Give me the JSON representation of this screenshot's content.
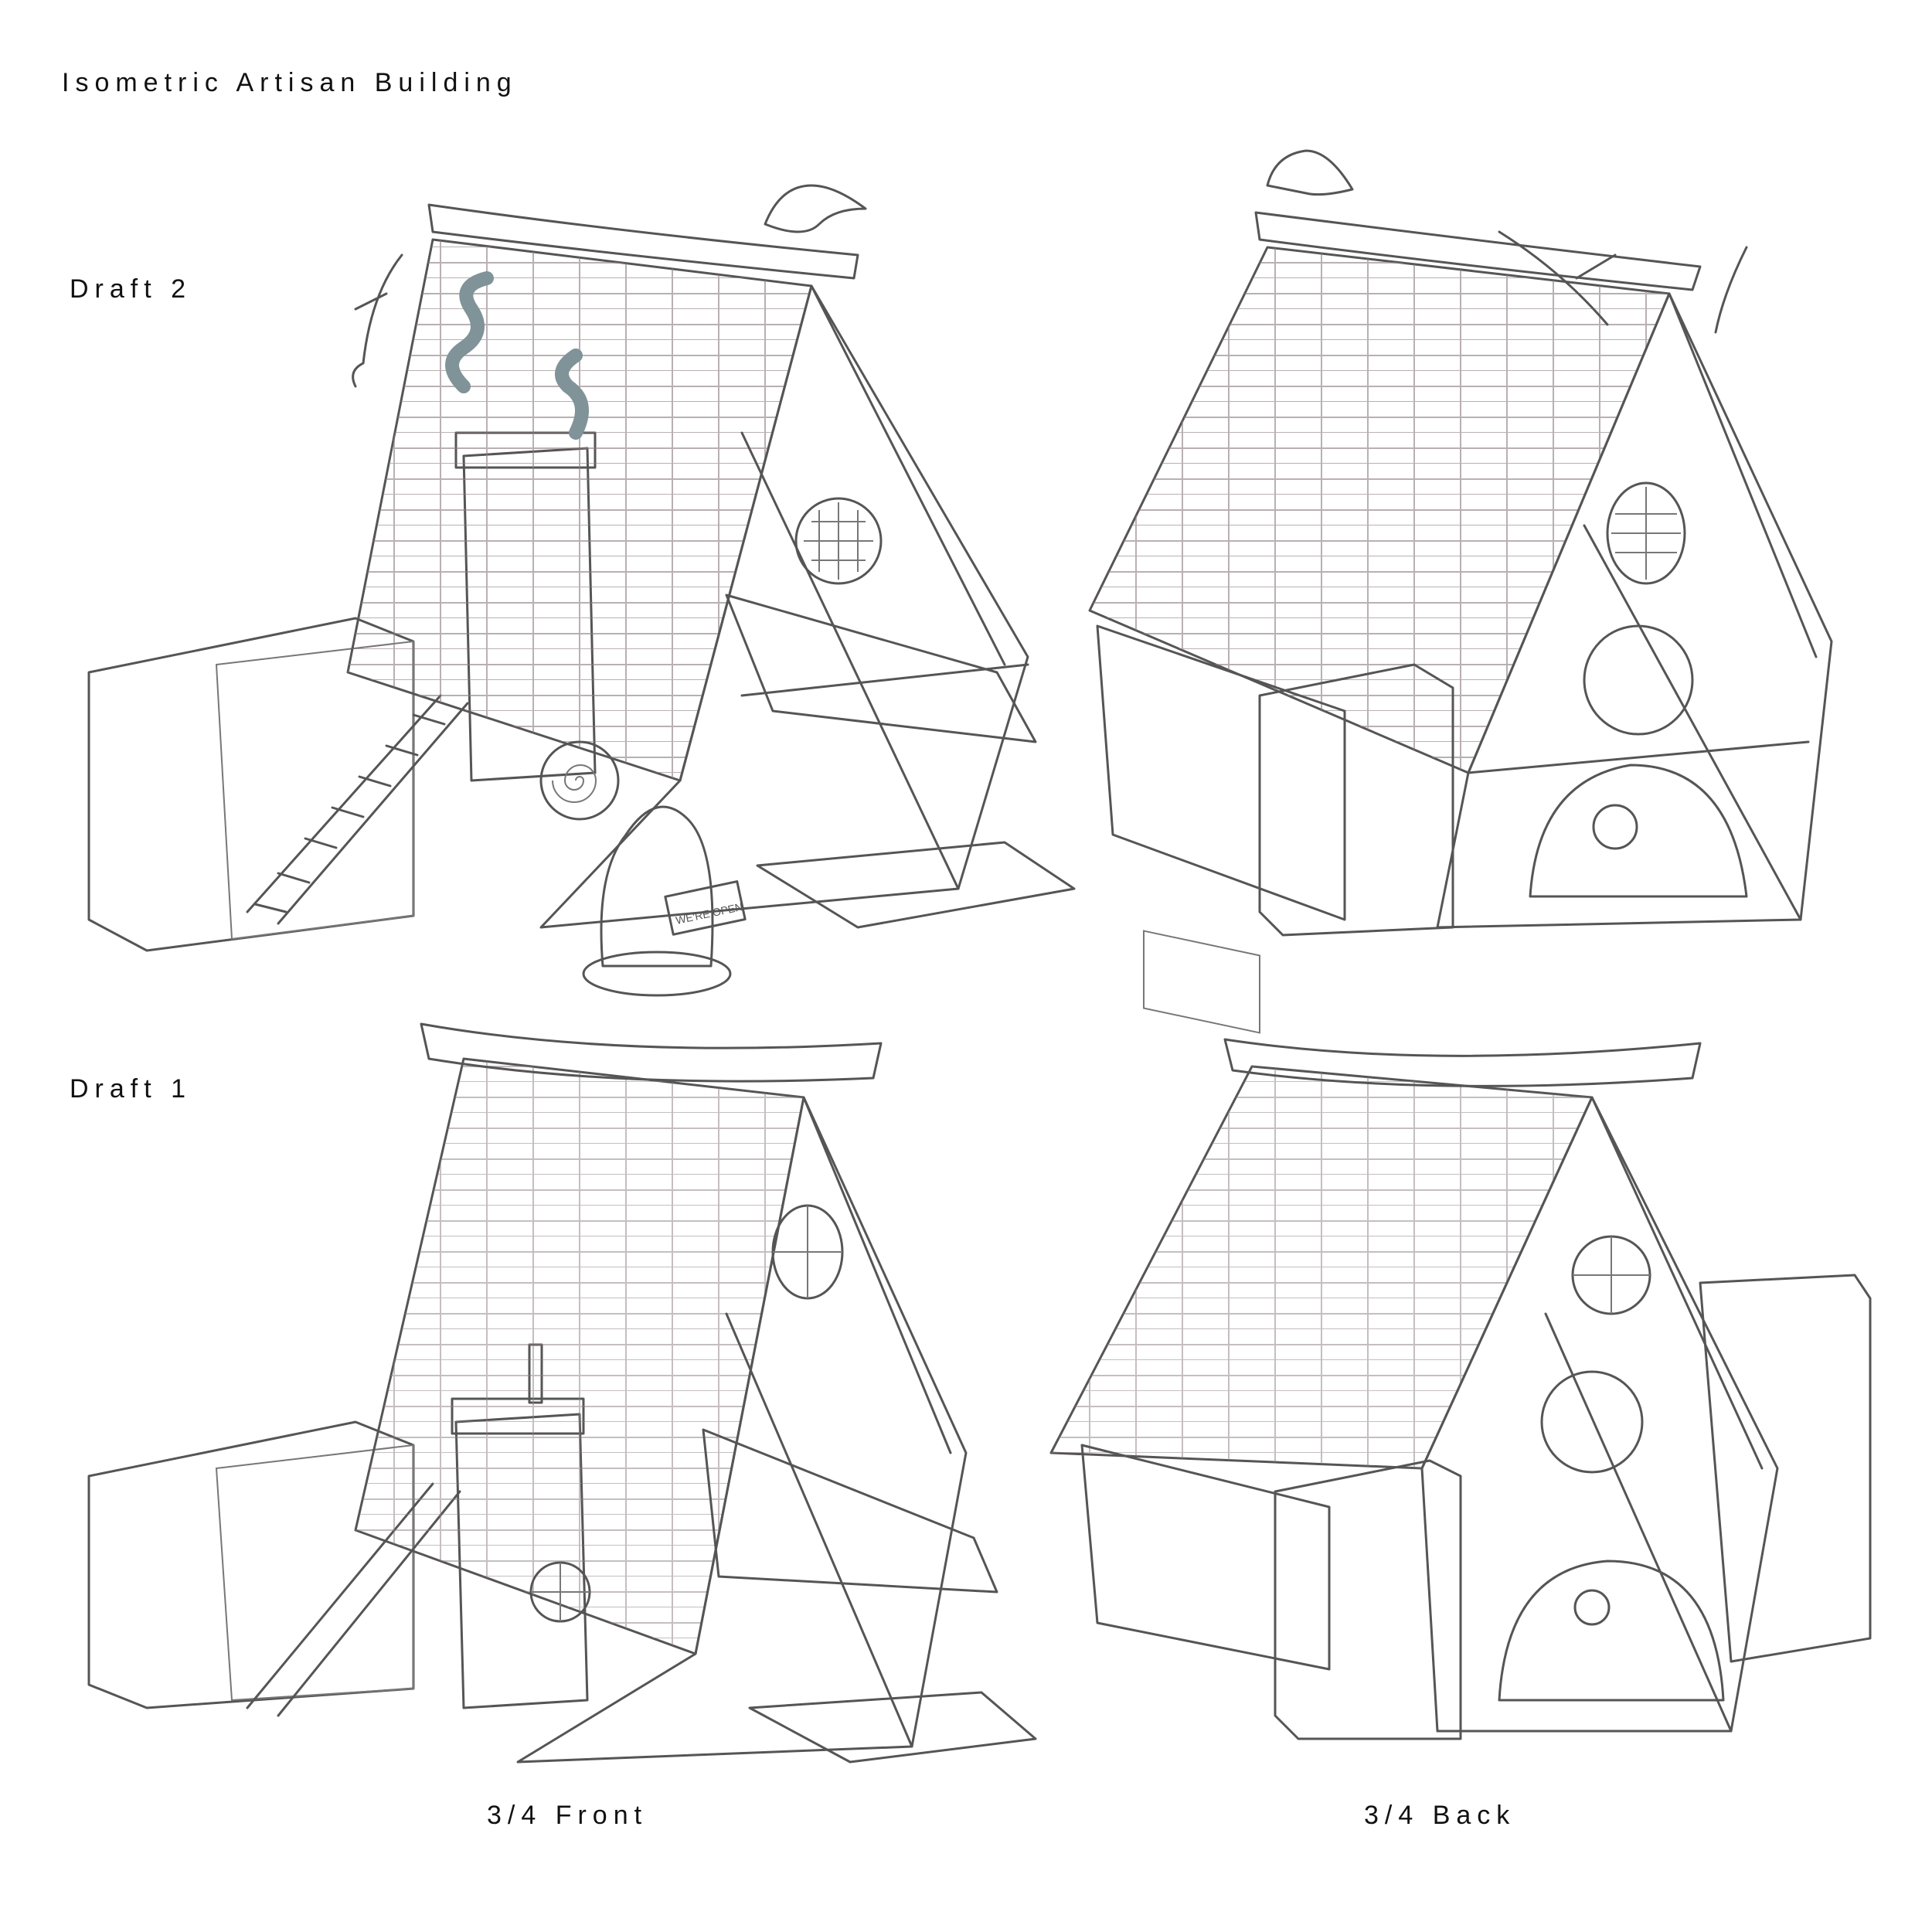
{
  "sheet": {
    "title": "Isometric Artisan Building"
  },
  "rows": [
    {
      "label": "Draft 2"
    },
    {
      "label": "Draft 1"
    }
  ],
  "columns": [
    {
      "label": "3/4 Front"
    },
    {
      "label": "3/4 Back"
    }
  ],
  "sign": {
    "text": "WE'RE OPEN"
  },
  "colors": {
    "draft2_roof": "#e3d6da",
    "draft1_roof": "#c7b1b6",
    "stone_block": "#dde4e6",
    "smoke": "#7f9398",
    "paper": "#ffffff"
  }
}
